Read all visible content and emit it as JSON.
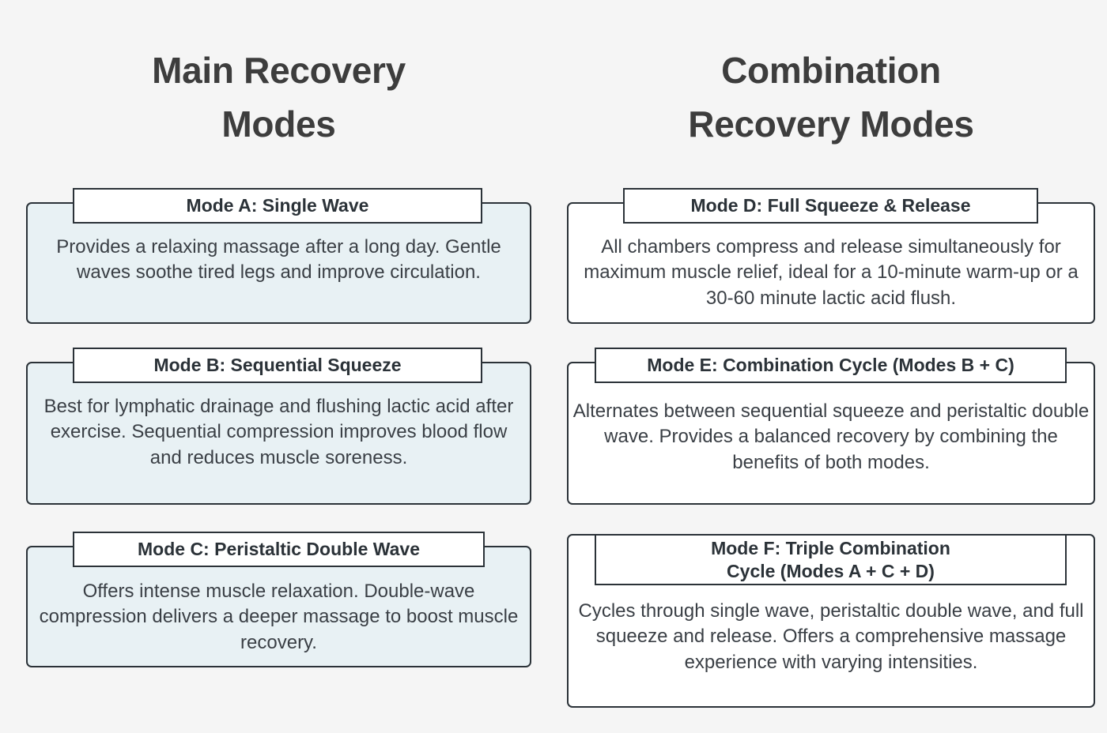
{
  "columns": [
    {
      "title": "Main Recovery\nModes",
      "cards": [
        {
          "label": "Mode A: Single Wave",
          "body": "Provides a relaxing massage after a long day. Gentle waves soothe tired legs and improve circulation."
        },
        {
          "label": "Mode B: Sequential Squeeze",
          "body": "Best for lymphatic drainage and flushing lactic acid after exercise. Sequential compression improves blood flow and reduces muscle soreness."
        },
        {
          "label": "Mode C: Peristaltic Double Wave",
          "body": "Offers intense muscle relaxation. Double-wave compression delivers a deeper massage to boost muscle recovery."
        }
      ]
    },
    {
      "title": "Combination\nRecovery Modes",
      "cards": [
        {
          "label": "Mode D: Full Squeeze & Release",
          "body": "All chambers compress and release simultaneously for maximum muscle relief, ideal for a 10-minute warm-up or a 30-60 minute lactic acid flush."
        },
        {
          "label": "Mode E: Combination Cycle (Modes B + C)",
          "body": "Alternates between sequential squeeze and peristaltic double wave. Provides a balanced recovery by combining the benefits of both modes."
        },
        {
          "label": "Mode F: Triple Combination\nCycle (Modes A + C + D)",
          "body": "Cycles through single wave, peristaltic double wave, and full squeeze and release. Offers a comprehensive massage experience with varying intensities."
        }
      ]
    }
  ],
  "colors": {
    "background": "#f5f5f5",
    "card_border": "#2b3238",
    "card_fill_tinted": "#e8f1f4",
    "card_fill_plain": "#ffffff",
    "title_text": "#3d3d3d",
    "body_text": "#3a3f45",
    "label_text": "#2b3238"
  }
}
